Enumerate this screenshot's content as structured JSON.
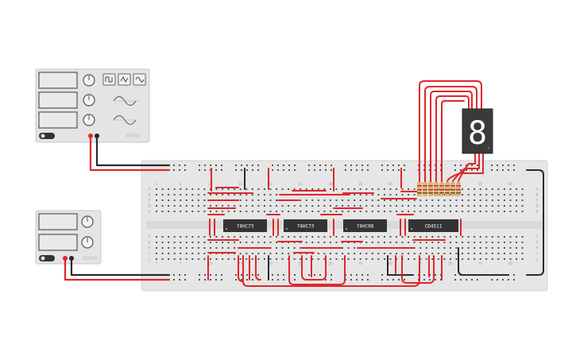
{
  "chips": [
    {
      "label": "74HC73"
    },
    {
      "label": "74HC73"
    },
    {
      "label": "74HC08"
    },
    {
      "label": "CD4511"
    }
  ],
  "display": {
    "digit": "8"
  },
  "breadboard": {
    "column_labels": [
      "1",
      "5",
      "10",
      "15",
      "20",
      "25",
      "30",
      "35",
      "40",
      "45",
      "50",
      "55",
      "60"
    ],
    "row_labels_top": [
      "A",
      "B",
      "C",
      "D",
      "E"
    ],
    "row_labels_bottom": [
      "F",
      "G",
      "H",
      "I",
      "J"
    ]
  },
  "colors": {
    "wire_red": "#e0262b",
    "wire_black": "#2a2a2a",
    "chip": "#333333",
    "board": "#e6e6e6",
    "display_body": "#3a3a3a"
  },
  "icons": [
    "square-wave-icon",
    "triangle-wave-icon",
    "sine-wave-icon",
    "power-switch-icon",
    "knob-icon"
  ]
}
